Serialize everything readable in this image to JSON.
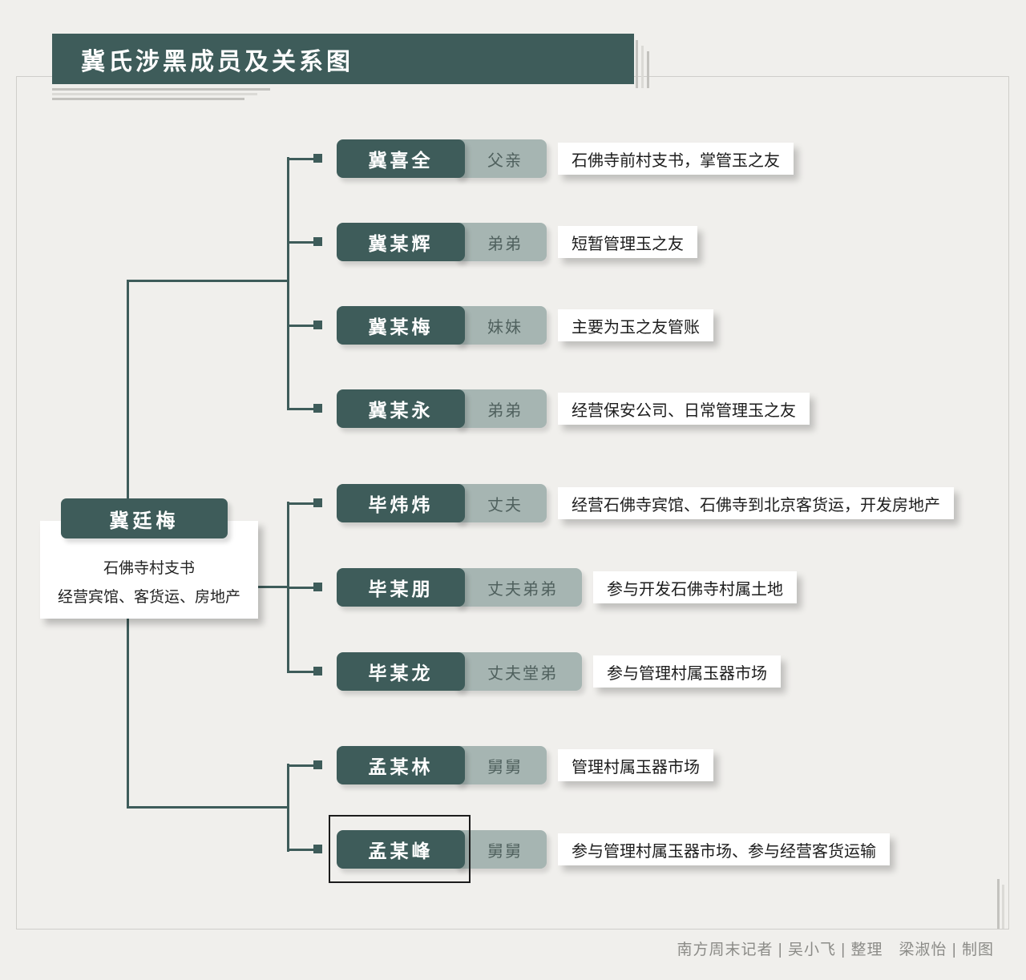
{
  "title": "冀氏涉黑成员及关系图",
  "footer": "南方周末记者 | 吴小飞 | 整理　梁淑怡 | 制图",
  "root": {
    "name": "冀廷梅",
    "desc_line1": "石佛寺村支书",
    "desc_line2": "经营宾馆、客货运、房地产"
  },
  "members": [
    {
      "name": "冀喜全",
      "relation": "父亲",
      "desc": "石佛寺前村支书，掌管玉之友",
      "group": "family"
    },
    {
      "name": "冀某辉",
      "relation": "弟弟",
      "desc": "短暂管理玉之友",
      "group": "family"
    },
    {
      "name": "冀某梅",
      "relation": "妹妹",
      "desc": "主要为玉之友管账",
      "group": "family"
    },
    {
      "name": "冀某永",
      "relation": "弟弟",
      "desc": "经营保安公司、日常管理玉之友",
      "group": "family"
    },
    {
      "name": "毕炜炜",
      "relation": "丈夫",
      "desc": "经营石佛寺宾馆、石佛寺到北京客货运，开发房地产",
      "group": "husband-family"
    },
    {
      "name": "毕某朋",
      "relation": "丈夫弟弟",
      "desc": "参与开发石佛寺村属土地",
      "group": "husband-family"
    },
    {
      "name": "毕某龙",
      "relation": "丈夫堂弟",
      "desc": "参与管理村属玉器市场",
      "group": "husband-family"
    },
    {
      "name": "孟某林",
      "relation": "舅舅",
      "desc": "管理村属玉器市场",
      "group": "uncles"
    },
    {
      "name": "孟某峰",
      "relation": "舅舅",
      "desc": "参与管理村属玉器市场、参与经营客货运输",
      "group": "uncles",
      "highlighted": true
    }
  ],
  "colors": {
    "dark_teal": "#3e5c5a",
    "relation_pill": "#a6b5b2",
    "background": "#f0efec",
    "card": "#ffffff",
    "footer_text": "#8b8b87"
  }
}
